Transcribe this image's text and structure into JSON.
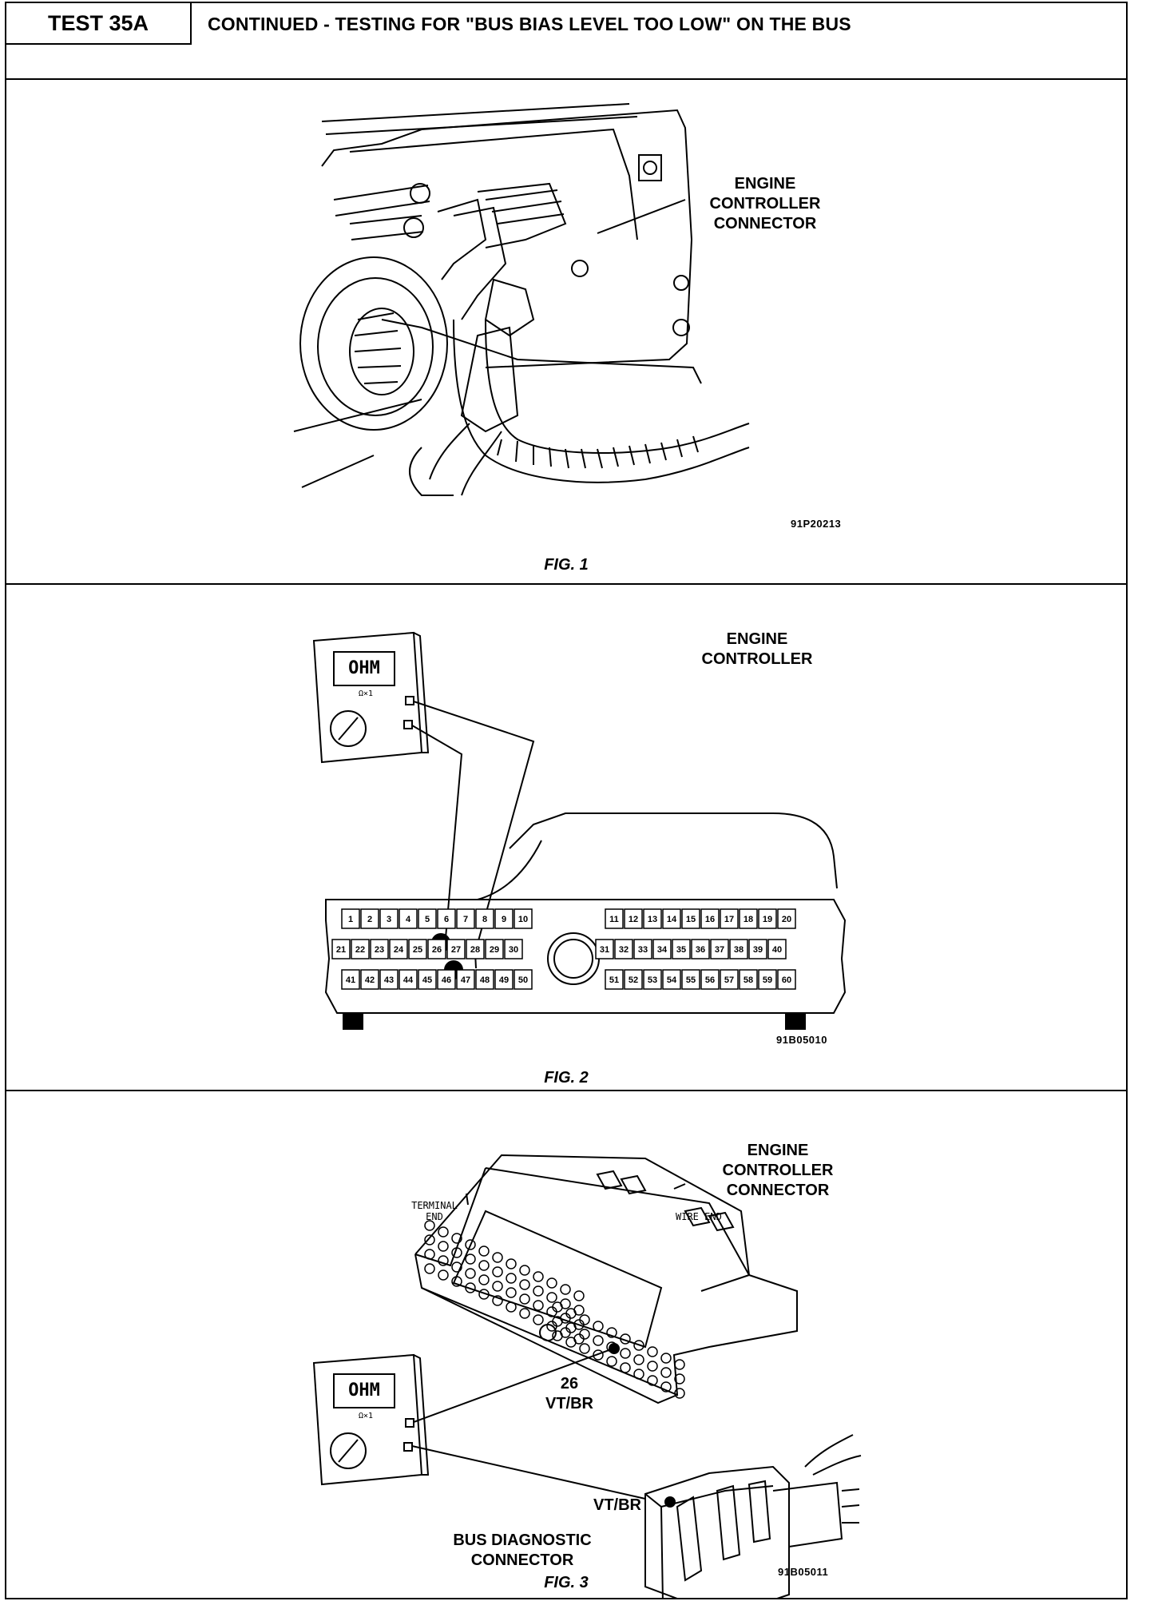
{
  "header": {
    "test_id": "TEST 35A",
    "title": "CONTINUED - TESTING FOR \"BUS BIAS LEVEL TOO LOW\" ON THE BUS"
  },
  "fig1": {
    "label_line1": "ENGINE",
    "label_line2": "CONTROLLER",
    "label_line3": "CONNECTOR",
    "code": "91P20213",
    "caption": "FIG. 1"
  },
  "fig2": {
    "label_line1": "ENGINE",
    "label_line2": "CONTROLLER",
    "meter_display": "OHM",
    "meter_range": "Ω×1",
    "code": "91B05010",
    "caption": "FIG. 2",
    "pin_rows": [
      [
        "1",
        "2",
        "3",
        "4",
        "5",
        "6",
        "7",
        "8",
        "9",
        "10"
      ],
      [
        "21",
        "22",
        "23",
        "24",
        "25",
        "26",
        "27",
        "28",
        "29",
        "30"
      ],
      [
        "41",
        "42",
        "43",
        "44",
        "45",
        "46",
        "47",
        "48",
        "49",
        "50"
      ]
    ],
    "pin_rows_right": [
      [
        "11",
        "12",
        "13",
        "14",
        "15",
        "16",
        "17",
        "18",
        "19",
        "20"
      ],
      [
        "31",
        "32",
        "33",
        "34",
        "35",
        "36",
        "37",
        "38",
        "39",
        "40"
      ],
      [
        "51",
        "52",
        "53",
        "54",
        "55",
        "56",
        "57",
        "58",
        "59",
        "60"
      ]
    ]
  },
  "fig3": {
    "label_line1": "ENGINE",
    "label_line2": "CONTROLLER",
    "label_line3": "CONNECTOR",
    "terminal_end_line1": "TERMINAL",
    "terminal_end_line2": "END",
    "wire_end": "WIRE END",
    "meter_display": "OHM",
    "meter_range": "Ω×1",
    "pin_number": "26",
    "pin_wire": "VT/BR",
    "diag_wire": "VT/BR",
    "bus_label_line1": "BUS DIAGNOSTIC",
    "bus_label_line2": "CONNECTOR",
    "code": "91B05011",
    "caption": "FIG. 3"
  }
}
